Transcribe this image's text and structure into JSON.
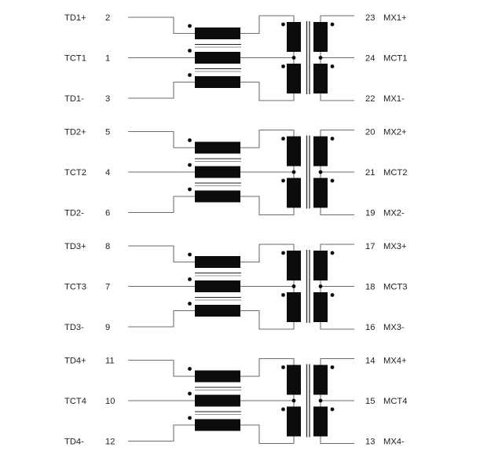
{
  "figure": {
    "description": "Quad transformer module pinout schematic: four identical channels, each with a three-winding common-mode choke driving a center-tapped isolation transformer",
    "colors": {
      "background": "#ffffff",
      "wire": "#6e6e6e",
      "component": "#0c0c0c",
      "text": "#1f1f1f",
      "core_secondary_line": "#909090"
    }
  },
  "channels": [
    {
      "left": [
        {
          "signal": "TD1+",
          "pin": "2"
        },
        {
          "signal": "TCT1",
          "pin": "1"
        },
        {
          "signal": "TD1-",
          "pin": "3"
        }
      ],
      "right": [
        {
          "pin": "23",
          "signal": "MX1+"
        },
        {
          "pin": "24",
          "signal": "MCT1"
        },
        {
          "pin": "22",
          "signal": "MX1-"
        }
      ]
    },
    {
      "left": [
        {
          "signal": "TD2+",
          "pin": "5"
        },
        {
          "signal": "TCT2",
          "pin": "4"
        },
        {
          "signal": "TD2-",
          "pin": "6"
        }
      ],
      "right": [
        {
          "pin": "20",
          "signal": "MX2+"
        },
        {
          "pin": "21",
          "signal": "MCT2"
        },
        {
          "pin": "19",
          "signal": "MX2-"
        }
      ]
    },
    {
      "left": [
        {
          "signal": "TD3+",
          "pin": "8"
        },
        {
          "signal": "TCT3",
          "pin": "7"
        },
        {
          "signal": "TD3-",
          "pin": "9"
        }
      ],
      "right": [
        {
          "pin": "17",
          "signal": "MX3+"
        },
        {
          "pin": "18",
          "signal": "MCT3"
        },
        {
          "pin": "16",
          "signal": "MX3-"
        }
      ]
    },
    {
      "left": [
        {
          "signal": "TD4+",
          "pin": "11"
        },
        {
          "signal": "TCT4",
          "pin": "10"
        },
        {
          "signal": "TD4-",
          "pin": "12"
        }
      ],
      "right": [
        {
          "pin": "14",
          "signal": "MX4+"
        },
        {
          "pin": "15",
          "signal": "MCT4"
        },
        {
          "pin": "13",
          "signal": "MX4-"
        }
      ]
    }
  ]
}
